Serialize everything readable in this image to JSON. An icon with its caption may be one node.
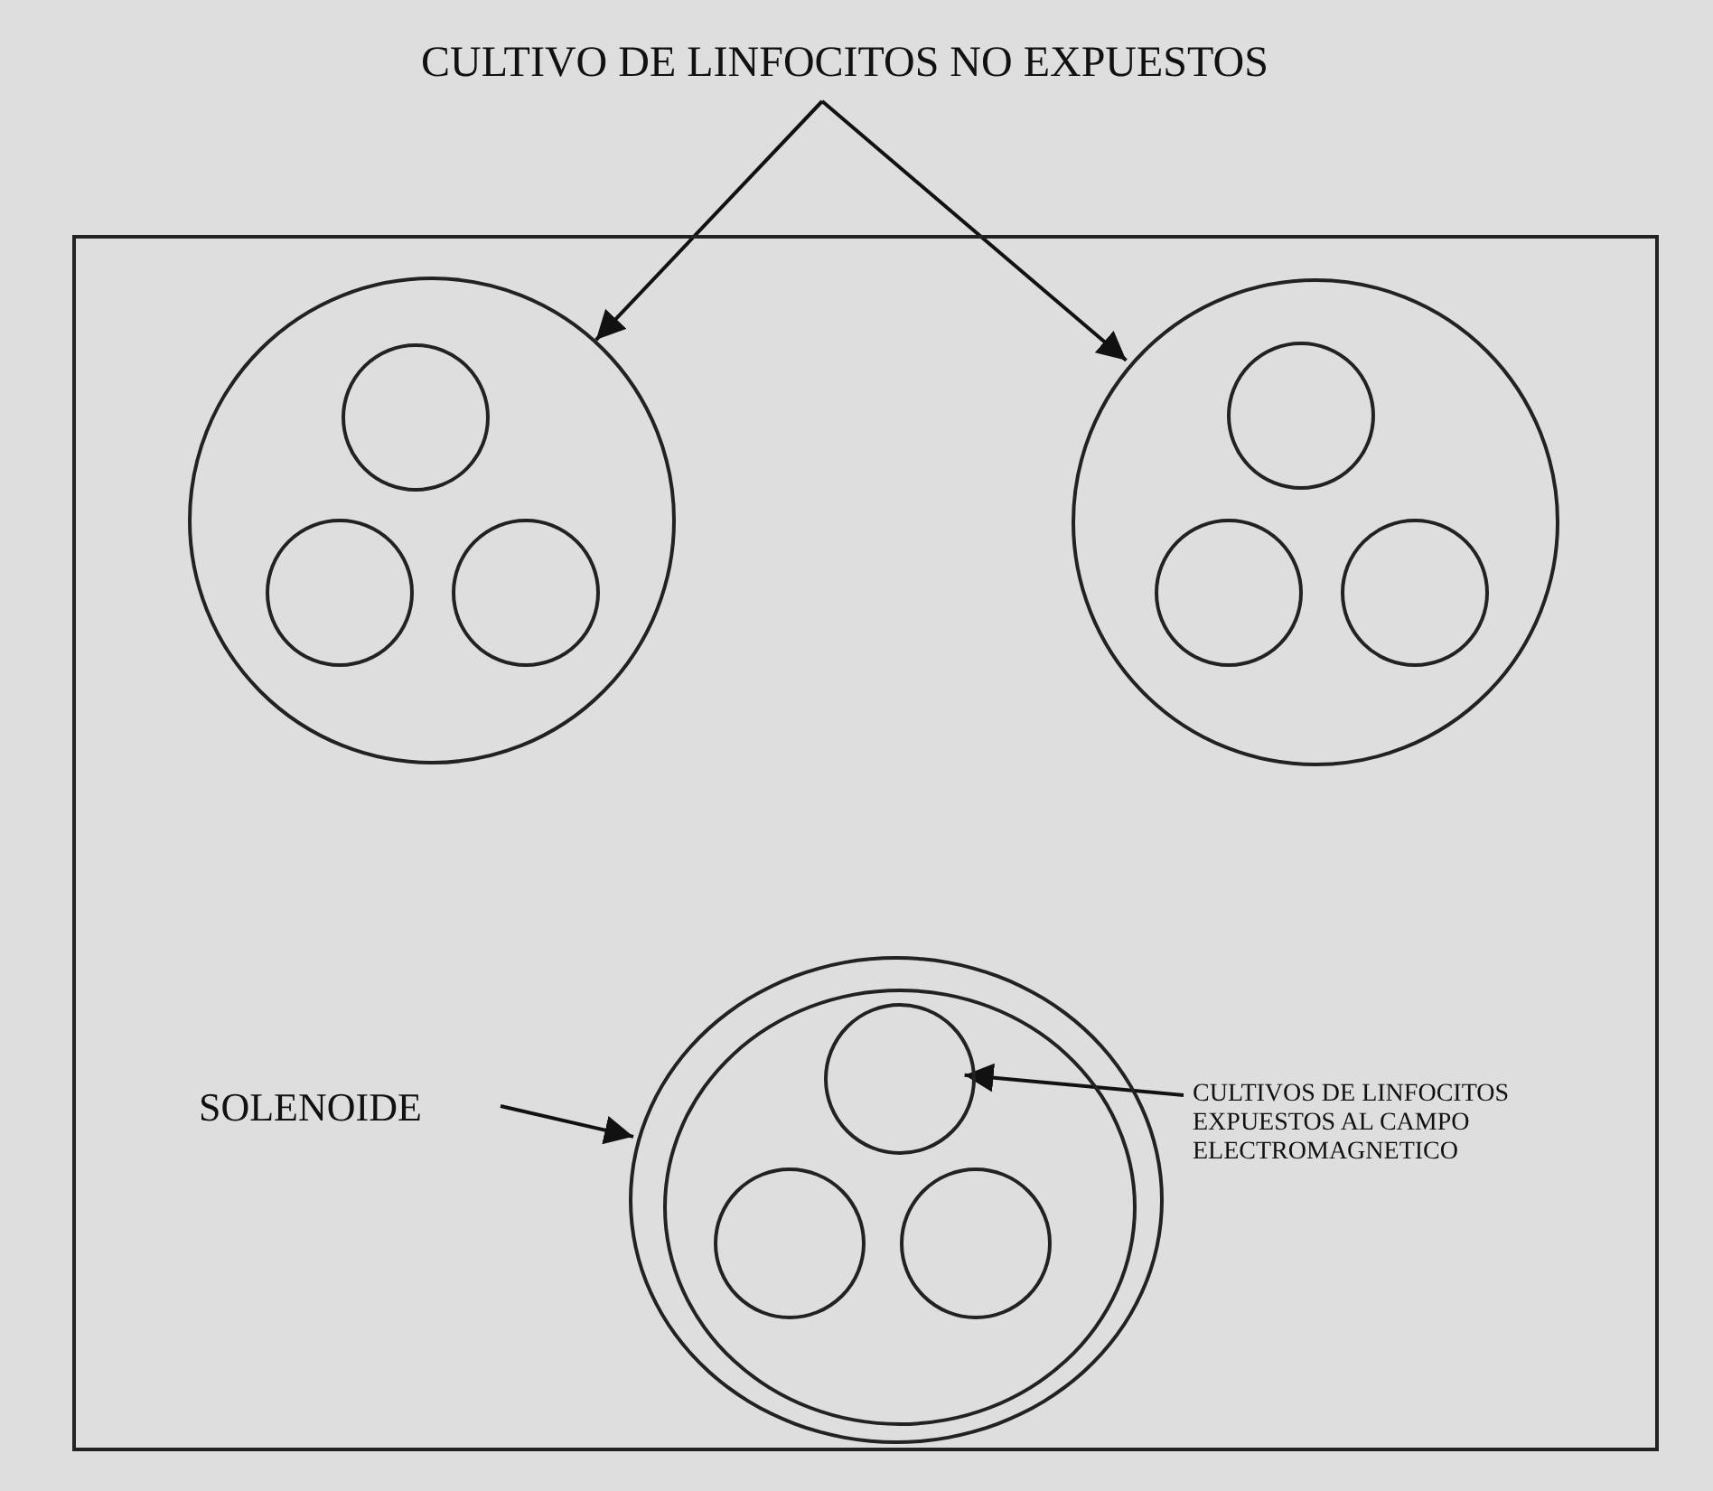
{
  "diagram": {
    "nodes": [
      {
        "text": [
          "CULTIVO DE LINFOCITOS NO EXPUESTOS"
        ]
      },
      {
        "text": [],
        "shape": "box"
      },
      {
        "text": [],
        "shape": "circle",
        "in": 1
      },
      {
        "text": [],
        "shape": "circle",
        "in": 2
      },
      {
        "text": [],
        "shape": "circle",
        "in": 2
      },
      {
        "text": [],
        "shape": "circle",
        "in": 2
      },
      {
        "text": [],
        "shape": "circle",
        "in": 1
      },
      {
        "text": [],
        "shape": "circle",
        "in": 6
      },
      {
        "text": [],
        "shape": "circle",
        "in": 6
      },
      {
        "text": [],
        "shape": "circle",
        "in": 6
      },
      {
        "text": [
          "SOLENOIDE"
        ],
        "in": 1
      },
      {
        "text": [],
        "shape": "circle",
        "in": 1
      },
      {
        "text": [],
        "shape": "circle",
        "in": 11
      },
      {
        "text": [],
        "shape": "circle",
        "in": 12
      },
      {
        "text": [],
        "shape": "circle",
        "in": 12
      },
      {
        "text": [],
        "shape": "circle",
        "in": 12
      },
      {
        "text": [
          "CULTIVOS DE LINFOCITOS EXPUESTOS AL CAMPO ELECTROMAGNETICO"
        ],
        "in": 1
      }
    ],
    "edges": [
      {
        "from": 0,
        "to": 2,
        "arrow": "to"
      },
      {
        "from": 0,
        "to": 6,
        "arrow": "to"
      },
      {
        "from": 10,
        "to": 11,
        "arrow": "to"
      },
      {
        "from": 16,
        "to": 13,
        "arrow": "to"
      }
    ]
  }
}
